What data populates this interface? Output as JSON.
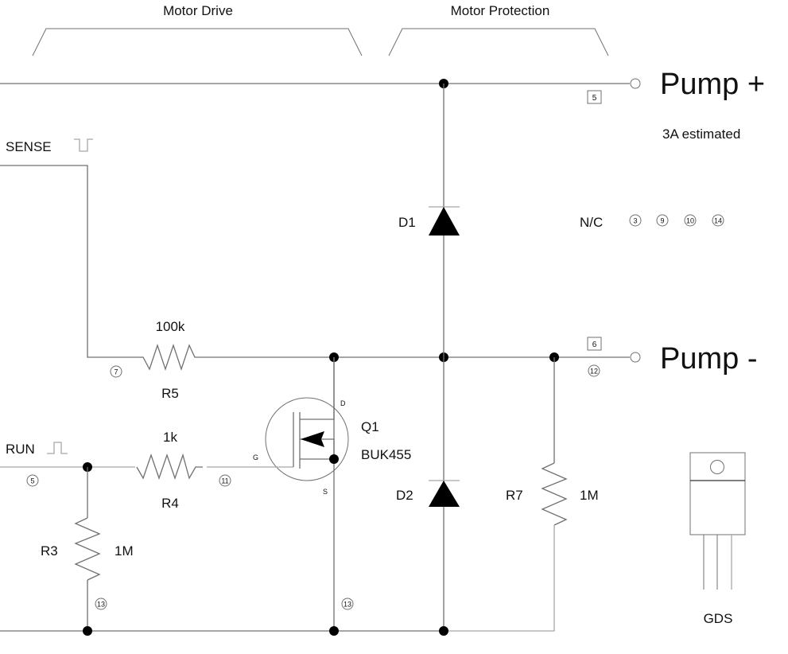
{
  "sections": {
    "motor_drive": "Motor Drive",
    "motor_protection": "Motor Protection"
  },
  "terminals": {
    "pump_plus": {
      "label": "Pump +",
      "pin": "5",
      "note": "3A estimated"
    },
    "pump_minus": {
      "label": "Pump -",
      "pin": "6",
      "net": "12"
    }
  },
  "signals": {
    "sense": "SENSE",
    "run": "RUN"
  },
  "no_connect": {
    "label": "N/C",
    "nets": [
      "3",
      "9",
      "10",
      "14"
    ]
  },
  "components": {
    "r5": {
      "ref": "R5",
      "value": "100k"
    },
    "r4": {
      "ref": "R4",
      "value": "1k"
    },
    "r3": {
      "ref": "R3",
      "value": "1M"
    },
    "r7": {
      "ref": "R7",
      "value": "1M"
    },
    "d1": {
      "ref": "D1"
    },
    "d2": {
      "ref": "D2"
    },
    "q1": {
      "ref": "Q1",
      "part": "BUK455",
      "gate": "G",
      "drain": "D",
      "source": "S"
    }
  },
  "nets": {
    "sense_net": "7",
    "run_net": "5",
    "gate_net": "11",
    "ground_left": "13",
    "ground_mid": "13"
  },
  "package": {
    "pinout": "GDS"
  }
}
